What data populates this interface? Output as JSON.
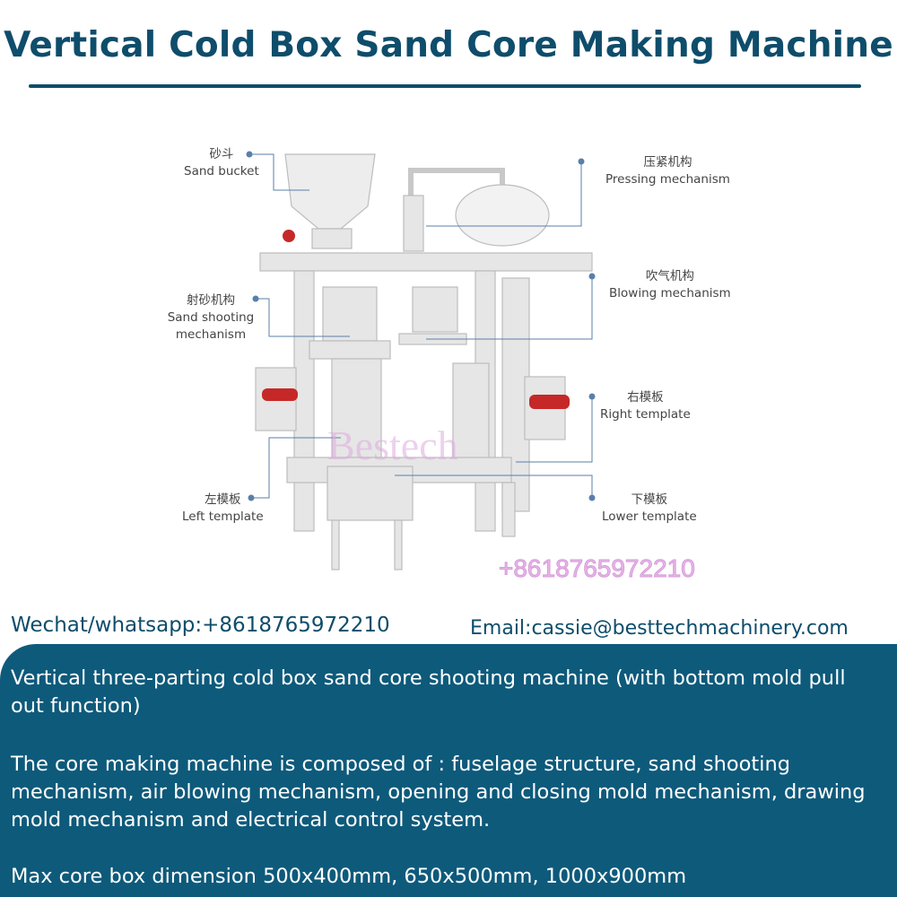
{
  "header": {
    "title": "Vertical Cold Box Sand Core Making Machine"
  },
  "diagram": {
    "labels": [
      {
        "zh": "砂斗",
        "en": "Sand bucket"
      },
      {
        "zh": "压紧机构",
        "en": "Pressing mechanism"
      },
      {
        "zh": "吹气机构",
        "en": "Blowing mechanism"
      },
      {
        "zh": "射砂机构",
        "en": "Sand shooting mechanism"
      },
      {
        "zh": "右模板",
        "en": "Right template"
      },
      {
        "zh": "左模板",
        "en": "Left template"
      },
      {
        "zh": "下模板",
        "en": "Lower template"
      }
    ],
    "watermark": "Bestech",
    "phone_watermark": "+8618765972210"
  },
  "contact": {
    "wechat": "Wechat/whatsapp:+8618765972210",
    "email": "Email:cassie@besttechmachinery.com"
  },
  "description": {
    "line1": "Vertical three-parting cold box sand core shooting machine  (with bottom mold pull",
    "line2": "out function)",
    "line3": "The core making machine is composed of : fuselage structure, sand shooting",
    "line4": "mechanism, air blowing mechanism, opening and closing mold mechanism, drawing",
    "line5": "mold mechanism and electrical control system.",
    "line6": "Max core box dimension 500x400mm, 650x500mm, 1000x900mm"
  },
  "colors": {
    "brand": "#0e4d6b",
    "panel": "#0e5a7b"
  }
}
